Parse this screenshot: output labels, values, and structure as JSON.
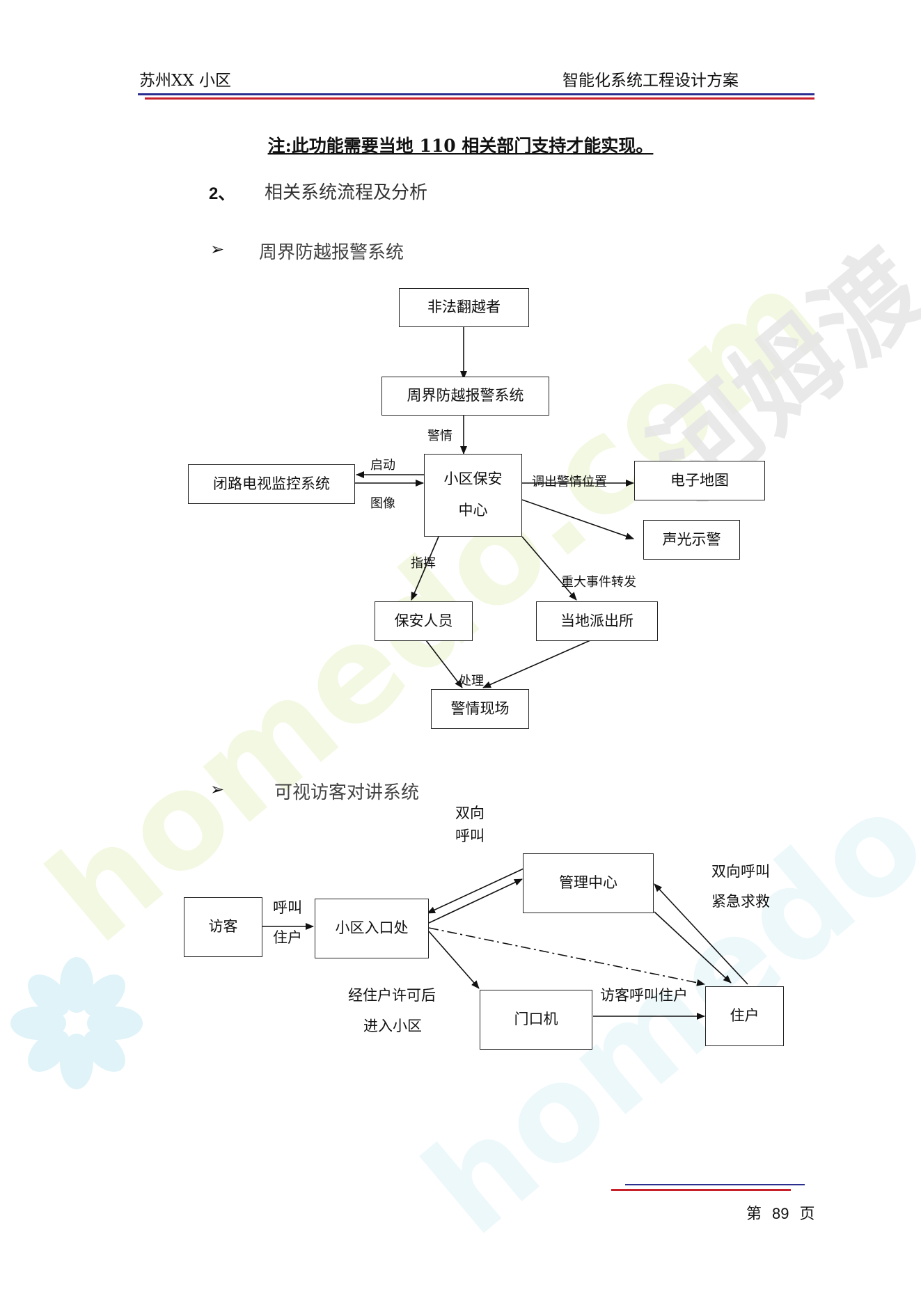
{
  "header": {
    "left": "苏州XX 小区",
    "right": "智能化系统工程设计方案"
  },
  "note": "注:此功能需要当地 110 相关部门支持才能实现。",
  "section": {
    "number": "2、",
    "title": "相关系统流程及分析"
  },
  "bullet_symbol": "➢",
  "diagram1": {
    "title": "周界防越报警系统",
    "boxes": {
      "intruder": "非法翻越者",
      "perimeter": "周界防越报警系统",
      "center_line1": "小区保安",
      "center_line2": "中心",
      "cctv": "闭路电视监控系统",
      "emap": "电子地图",
      "alarm": "声光示警",
      "guards": "保安人员",
      "police": "当地派出所",
      "scene": "警情现场"
    },
    "labels": {
      "alert": "警情",
      "start": "启动",
      "image": "图像",
      "locate": "调出警情位置",
      "command": "指挥",
      "forward": "重大事件转发",
      "handle": "处理"
    }
  },
  "diagram2": {
    "title": "可视访客对讲系统",
    "boxes": {
      "visitor": "访客",
      "entrance": "小区入口处",
      "mgmt": "管理中心",
      "doorphone": "门口机",
      "resident": "住户"
    },
    "labels": {
      "two_way_1": "双向",
      "two_way_2": "呼叫",
      "call_1": "呼叫",
      "call_2": "住户",
      "right_1": "双向呼叫",
      "right_2": "紧急求救",
      "permit_1": "经住户许可后",
      "permit_2": "进入小区",
      "visitor_call": "访客呼叫住户"
    }
  },
  "footer": {
    "page_prefix": "第",
    "page_number": "89",
    "page_suffix": "页"
  },
  "watermark": {
    "text1": "homedo.com",
    "text2": "河姆渡"
  },
  "colors": {
    "rule_blue": "#2a2f8f",
    "rule_red": "#c8202a",
    "watermark_green": "#eef5d0",
    "watermark_cyan": "#ddf4f8"
  }
}
